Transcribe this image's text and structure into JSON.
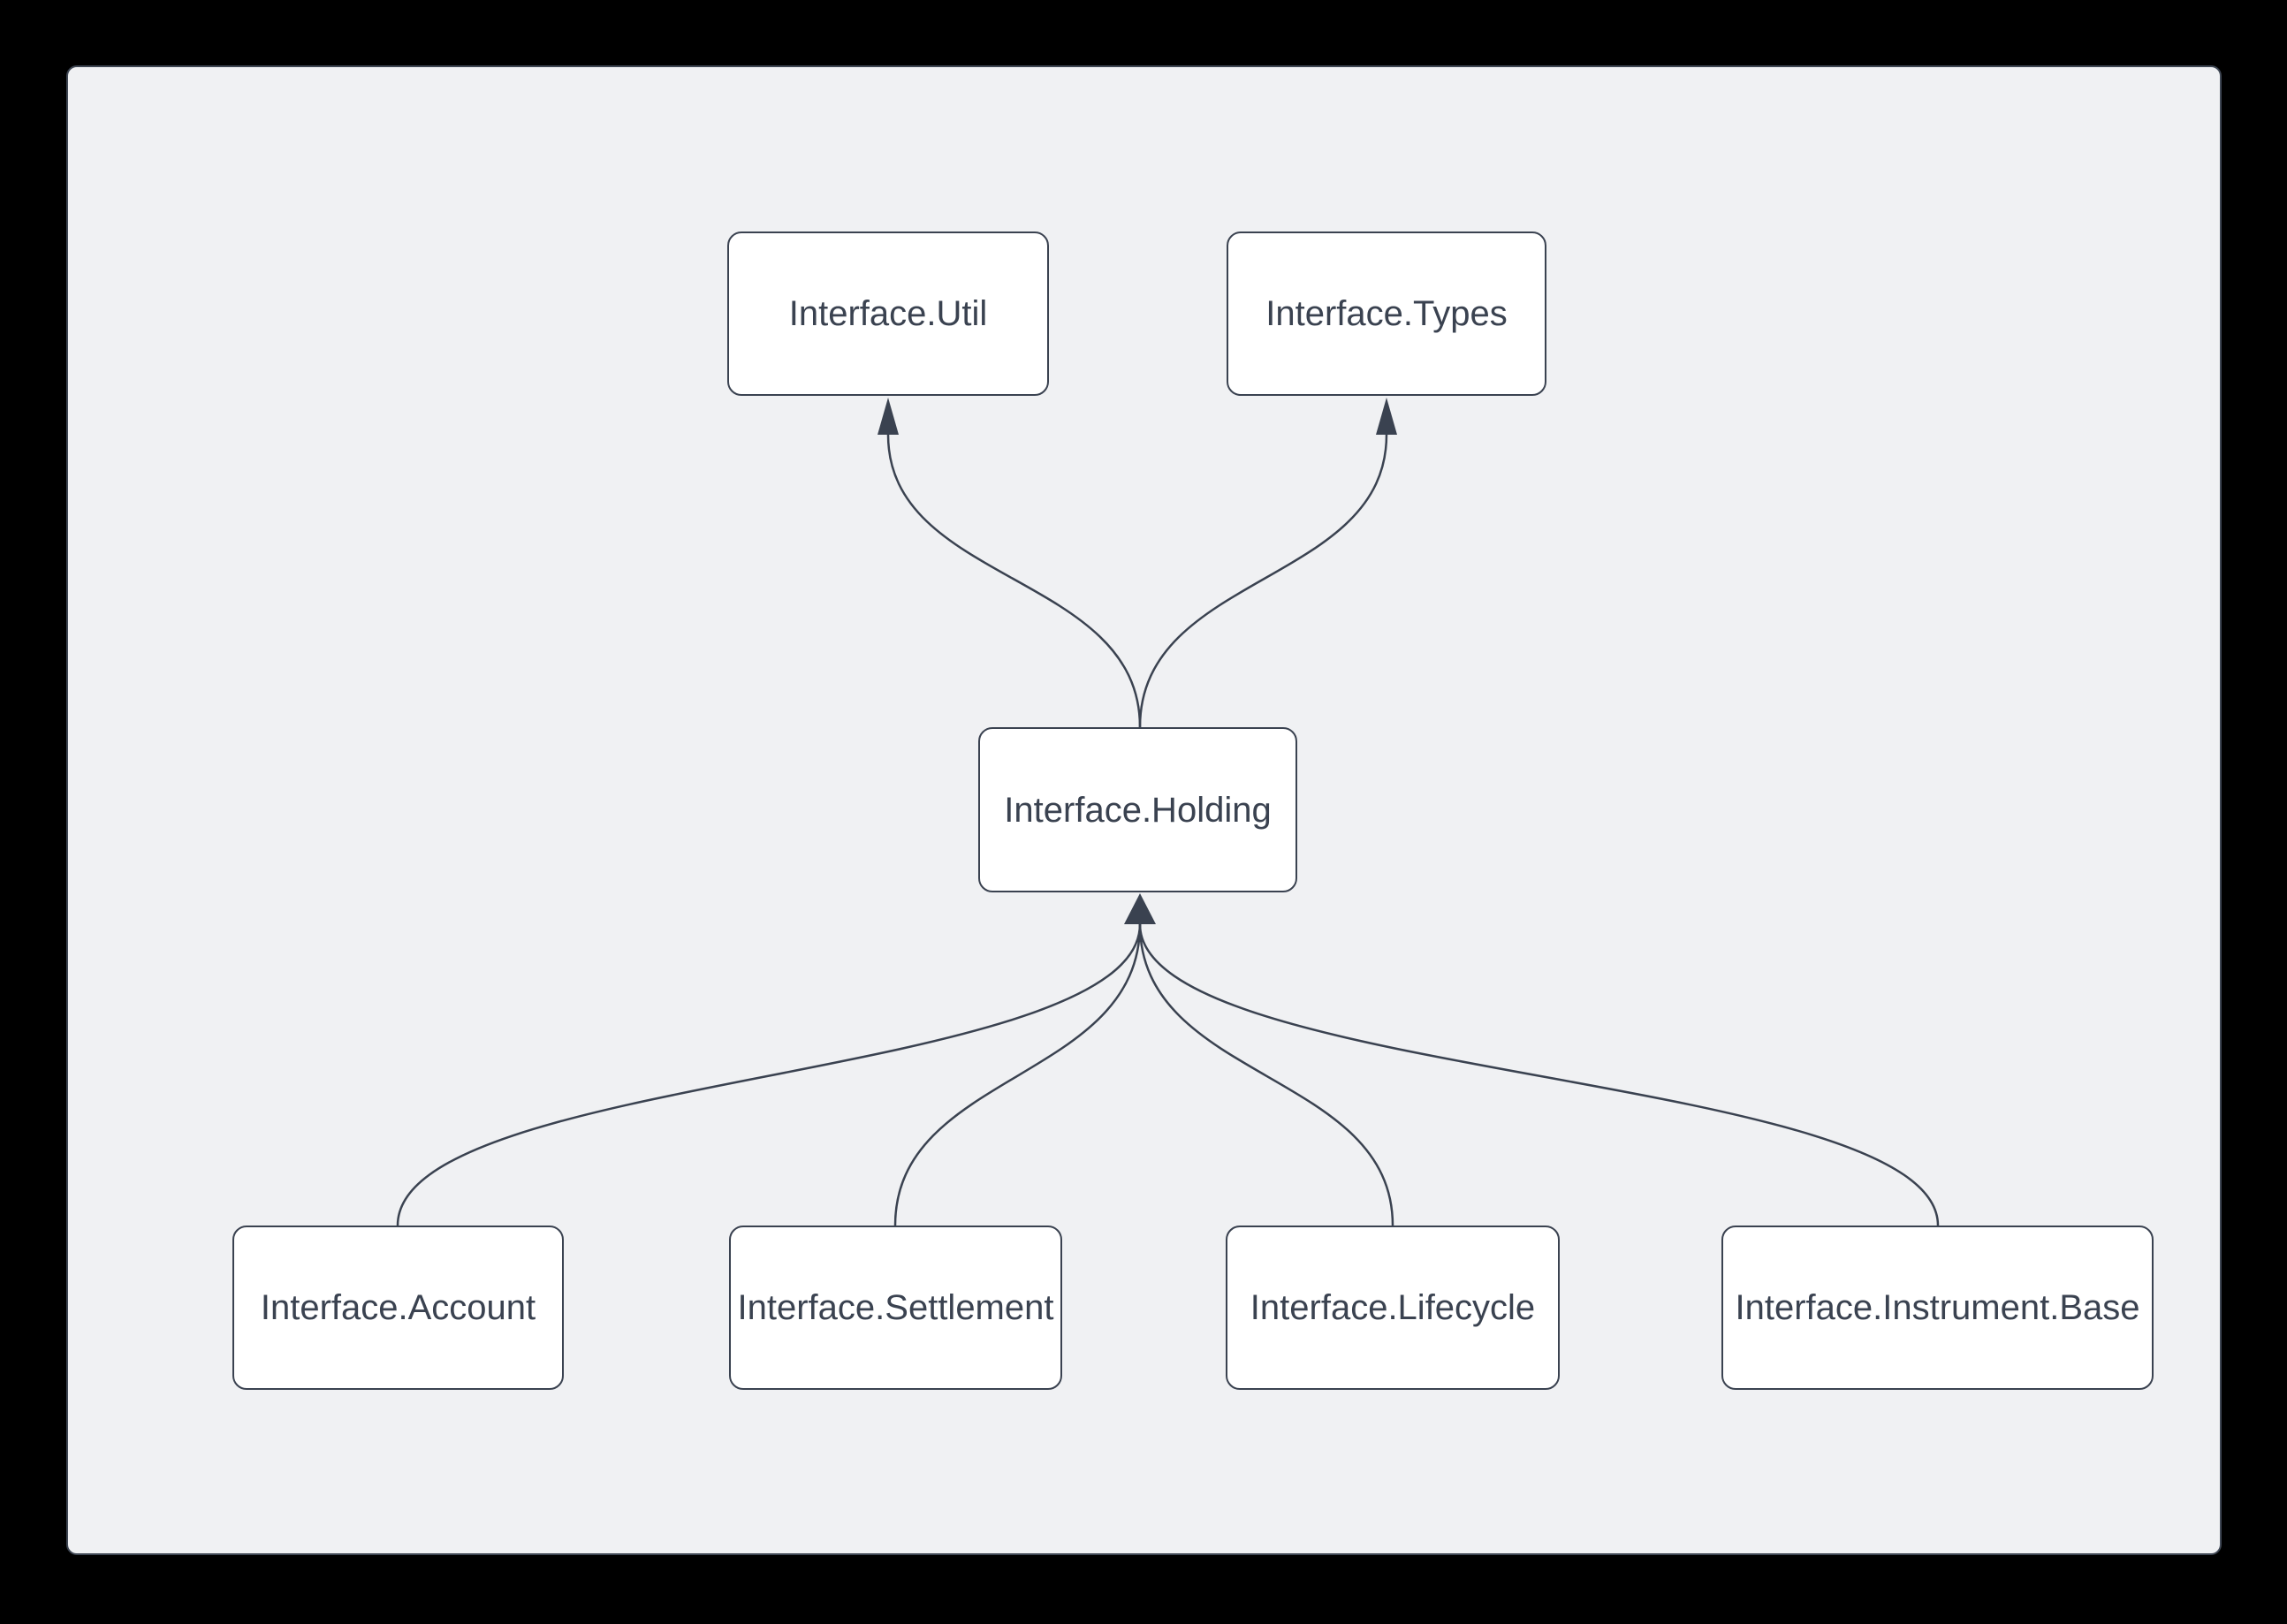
{
  "diagram": {
    "background_color": "#000000",
    "canvas_color": "#f0f1f3",
    "stroke_color": "#3a4250",
    "node_fill_color": "#ffffff",
    "nodes": [
      {
        "id": "util",
        "label": "Interface.Util"
      },
      {
        "id": "types",
        "label": "Interface.Types"
      },
      {
        "id": "holding",
        "label": "Interface.Holding"
      },
      {
        "id": "account",
        "label": "Interface.Account"
      },
      {
        "id": "settlement",
        "label": "Interface.Settlement"
      },
      {
        "id": "lifecycle",
        "label": "Interface.Lifecycle"
      },
      {
        "id": "instrument_base",
        "label": "Interface.Instrument.Base"
      }
    ],
    "edges": [
      {
        "from": "Interface.Holding",
        "to": "Interface.Util"
      },
      {
        "from": "Interface.Holding",
        "to": "Interface.Types"
      },
      {
        "from": "Interface.Account",
        "to": "Interface.Holding"
      },
      {
        "from": "Interface.Settlement",
        "to": "Interface.Holding"
      },
      {
        "from": "Interface.Lifecycle",
        "to": "Interface.Holding"
      },
      {
        "from": "Interface.Instrument.Base",
        "to": "Interface.Holding"
      }
    ]
  }
}
